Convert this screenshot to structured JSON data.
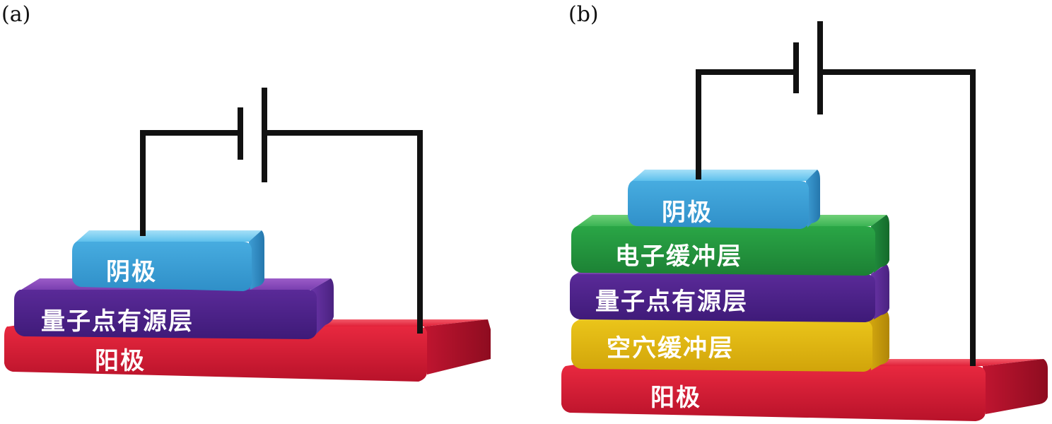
{
  "figure": {
    "panel_a": {
      "label": "(a)",
      "layers": {
        "cathode": "阴极",
        "qd_active": "量子点有源层",
        "anode": "阳极"
      }
    },
    "panel_b": {
      "label": "(b)",
      "layers": {
        "cathode": "阴极",
        "electron_buffer": "电子缓冲层",
        "qd_active": "量子点有源层",
        "hole_buffer": "空穴缓冲层",
        "anode": "阳极"
      }
    }
  },
  "colors": {
    "cathode": "#4fb6e6",
    "qd_active": "#6a2c9e",
    "anode": "#e0203a",
    "electron_buffer": "#2ea84a",
    "hole_buffer": "#e8c10e",
    "wire": "#111111"
  }
}
